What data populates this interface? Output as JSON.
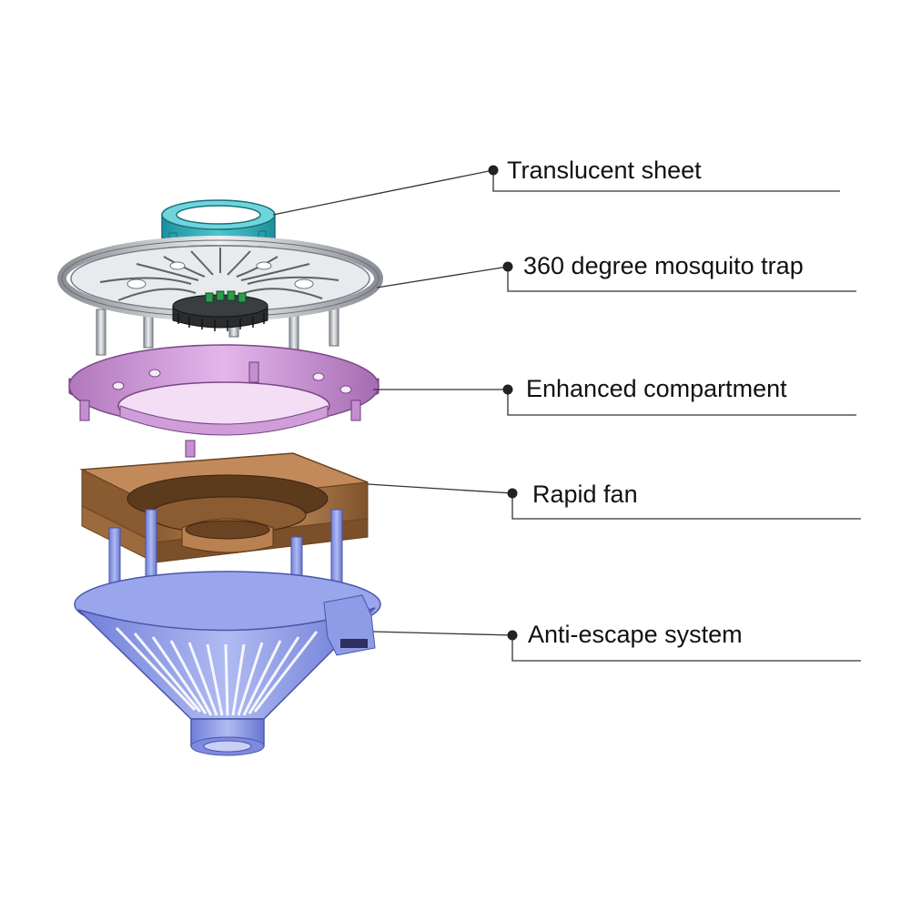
{
  "diagram": {
    "parts": [
      {
        "id": "translucent-sheet",
        "label": "Translucent sheet",
        "color": "#2aa8b4"
      },
      {
        "id": "mosquito-trap",
        "label": "360 degree mosquito trap",
        "color": "#b8bcc4"
      },
      {
        "id": "enhanced-compartment",
        "label": "Enhanced compartment",
        "color": "#c98fd4"
      },
      {
        "id": "rapid-fan",
        "label": "Rapid fan",
        "color": "#a87545"
      },
      {
        "id": "anti-escape-system",
        "label": "Anti-escape system",
        "color": "#8e9be6"
      }
    ],
    "leader_color": "#333333"
  }
}
